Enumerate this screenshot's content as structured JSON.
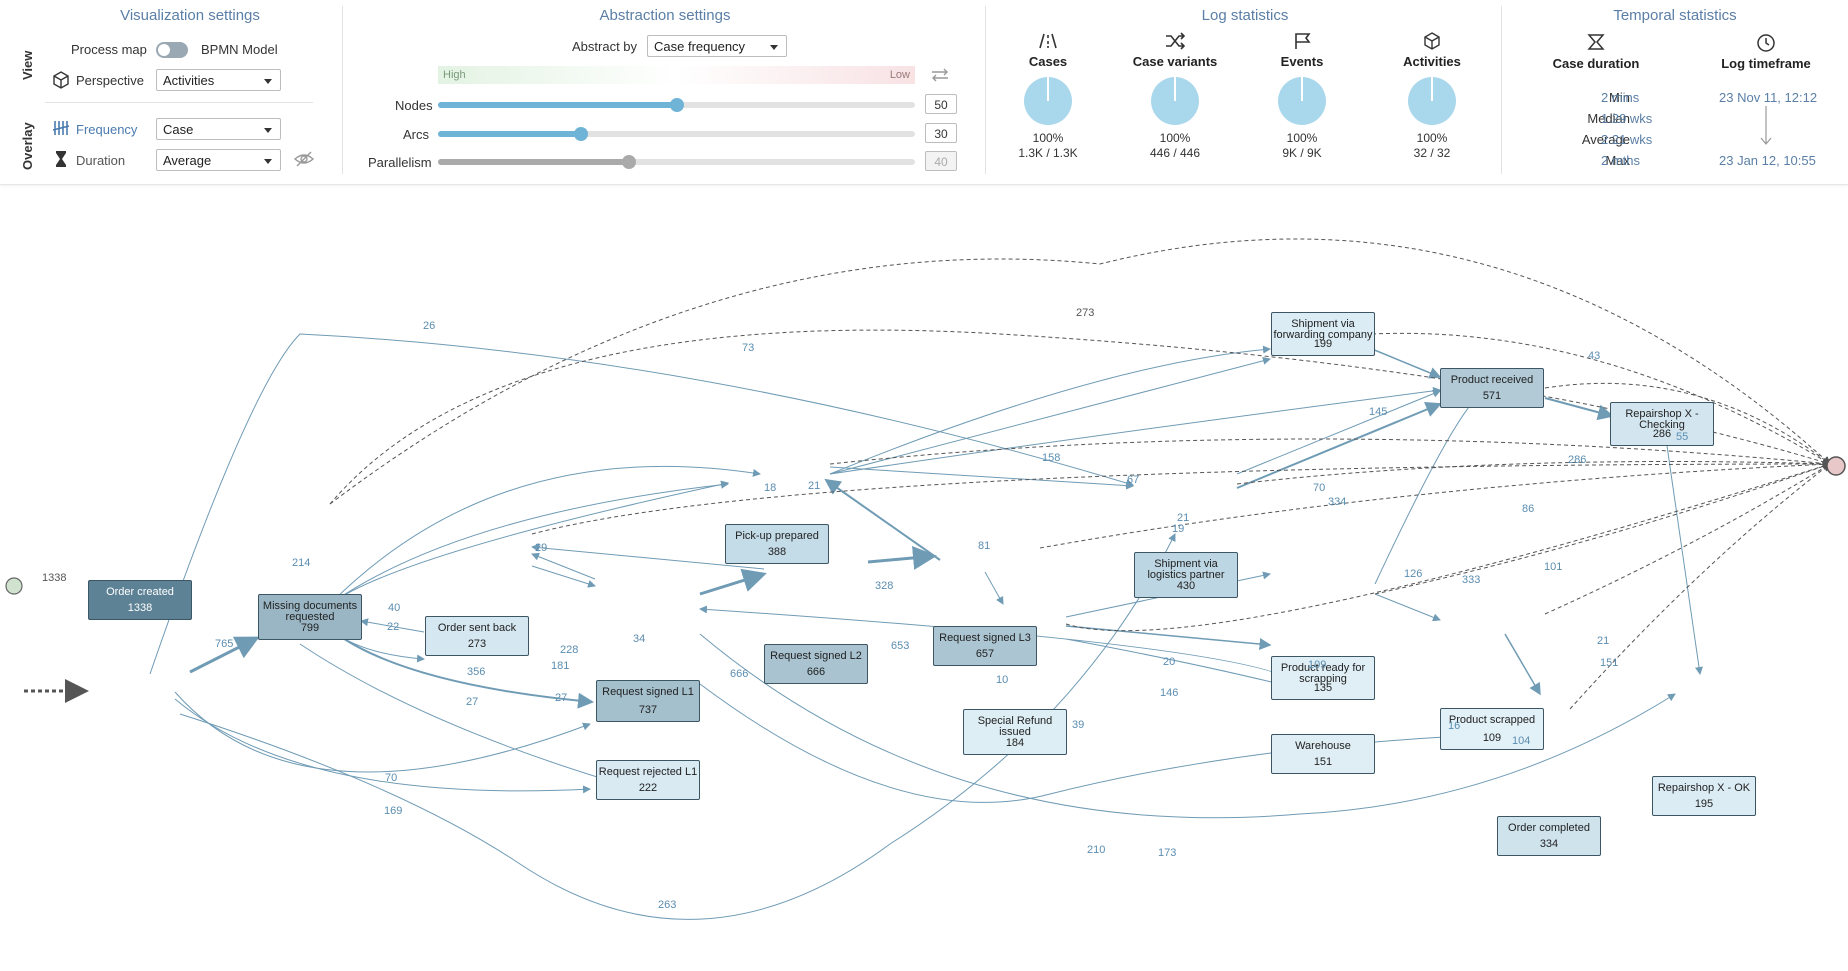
{
  "viz": {
    "title": "Visualization settings",
    "view_label": "View",
    "overlay_label": "Overlay",
    "process_map": "Process map",
    "bpmn_model": "BPMN Model",
    "perspective_label": "Perspective",
    "perspective_value": "Activities",
    "frequency_label": "Frequency",
    "frequency_value": "Case",
    "duration_label": "Duration",
    "duration_value": "Average"
  },
  "abstraction": {
    "title": "Abstraction settings",
    "abstract_by_label": "Abstract by",
    "abstract_by_value": "Case frequency",
    "high": "High",
    "low": "Low",
    "nodes_label": "Nodes",
    "nodes_value": "50",
    "nodes_level": 0.5,
    "arcs_label": "Arcs",
    "arcs_value": "30",
    "arcs_level": 0.3,
    "parallelism_label": "Parallelism",
    "parallelism_value": "40",
    "parallelism_level": 0.4
  },
  "log_stats": {
    "title": "Log statistics",
    "items": [
      {
        "name": "Cases",
        "pct": "100%",
        "ratio": "1.3K / 1.3K"
      },
      {
        "name": "Case variants",
        "pct": "100%",
        "ratio": "446 / 446"
      },
      {
        "name": "Events",
        "pct": "100%",
        "ratio": "9K / 9K"
      },
      {
        "name": "Activities",
        "pct": "100%",
        "ratio": "32 / 32"
      }
    ]
  },
  "temporal": {
    "title": "Temporal statistics",
    "case_duration": "Case duration",
    "log_timeframe": "Log timeframe",
    "min_label": "Min",
    "min_value": "2 mins",
    "median_label": "Median",
    "median_value": "1.29 wks",
    "average_label": "Average",
    "average_value": "2.21 wks",
    "max_label": "Max",
    "max_value": "2 mths",
    "start": "23 Nov 11, 12:12",
    "end": "23 Jan 12, 10:55"
  },
  "colors": {
    "accent": "#5b7fa6",
    "pie": "#a9d7ec",
    "slider": "#6fb3d6"
  },
  "map": {
    "start_count": "1338",
    "nodes": [
      {
        "id": "order-created",
        "label": "Order created",
        "value": "1338",
        "bg": "#5d8296",
        "fg": "#ffffff"
      },
      {
        "id": "missing-docs",
        "label": "Missing documents requested",
        "value": "799",
        "bg": "#9ab6c4",
        "fg": "#222222"
      },
      {
        "id": "order-sent-back",
        "label": "Order sent back",
        "value": "273",
        "bg": "#d5e7f0",
        "fg": "#222222"
      },
      {
        "id": "pickup-prepared",
        "label": "Pick-up prepared",
        "value": "388",
        "bg": "#c4dce8",
        "fg": "#222222"
      },
      {
        "id": "request-signed-l1",
        "label": "Request signed L1",
        "value": "737",
        "bg": "#a5c0cd",
        "fg": "#222222"
      },
      {
        "id": "request-rejected-l1",
        "label": "Request rejected L1",
        "value": "222",
        "bg": "#d9eaf2",
        "fg": "#222222"
      },
      {
        "id": "request-signed-l2",
        "label": "Request signed L2",
        "value": "666",
        "bg": "#a9c3d0",
        "fg": "#222222"
      },
      {
        "id": "request-signed-l3",
        "label": "Request signed L3",
        "value": "657",
        "bg": "#abc5d2",
        "fg": "#222222"
      },
      {
        "id": "special-refund",
        "label": "Special Refund issued",
        "value": "184",
        "bg": "#ddeef5",
        "fg": "#222222"
      },
      {
        "id": "shipment-logistics",
        "label": "Shipment via logistics partner",
        "value": "430",
        "bg": "#bdd6e3",
        "fg": "#222222"
      },
      {
        "id": "shipment-forwarding",
        "label": "Shipment via forwarding company",
        "value": "199",
        "bg": "#dbecf4",
        "fg": "#222222"
      },
      {
        "id": "product-received",
        "label": "Product received",
        "value": "571",
        "bg": "#b1cad6",
        "fg": "#222222"
      },
      {
        "id": "repairshop-checking",
        "label": "Repairshop X - Checking",
        "value": "286",
        "bg": "#d3e6ef",
        "fg": "#222222"
      },
      {
        "id": "product-ready-scrapping",
        "label": "Product ready for scrapping",
        "value": "135",
        "bg": "#e0eff6",
        "fg": "#222222"
      },
      {
        "id": "warehouse",
        "label": "Warehouse",
        "value": "151",
        "bg": "#dfeef5",
        "fg": "#222222"
      },
      {
        "id": "product-scrapped",
        "label": "Product scrapped",
        "value": "109",
        "bg": "#e2f0f7",
        "fg": "#222222"
      },
      {
        "id": "order-completed",
        "label": "Order completed",
        "value": "334",
        "bg": "#cfe3ed",
        "fg": "#222222"
      },
      {
        "id": "repairshop-ok",
        "label": "Repairshop X - OK",
        "value": "195",
        "bg": "#dbecf4",
        "fg": "#222222"
      }
    ],
    "edge_labels": [
      "765",
      "214",
      "40",
      "22",
      "356",
      "27",
      "70",
      "169",
      "263",
      "26",
      "73",
      "273",
      "18",
      "21",
      "29",
      "228",
      "181",
      "27",
      "34",
      "666",
      "653",
      "328",
      "10",
      "81",
      "158",
      "67",
      "21",
      "19",
      "70",
      "334",
      "86",
      "145",
      "43",
      "55",
      "286",
      "126",
      "20",
      "146",
      "109",
      "39",
      "16",
      "104",
      "21",
      "151",
      "101",
      "333",
      "210",
      "173"
    ]
  }
}
